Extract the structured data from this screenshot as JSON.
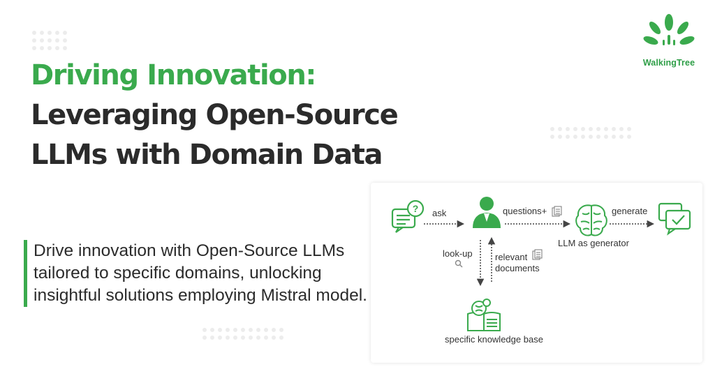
{
  "brand": {
    "name": "WalkingTree",
    "color": "#2e9e47"
  },
  "colors": {
    "accent": "#3aaa4d",
    "heading": "#2b2b2b"
  },
  "hero": {
    "title_line1": "Driving Innovation:",
    "title_line2": "Leveraging Open-Source",
    "title_line3": "LLMs with Domain Data",
    "description": "Drive innovation with Open-Source LLMs tailored to specific domains, unlocking insightful solutions employing Mistral model."
  },
  "diagram": {
    "nodes": {
      "questions": {
        "icon": "chat-question-icon"
      },
      "user": {
        "icon": "user-icon"
      },
      "llm": {
        "icon": "brain-icon",
        "label": "LLM as generator"
      },
      "answer": {
        "icon": "chat-check-icon"
      },
      "knowledge_base": {
        "icon": "book-brain-icon",
        "label": "specific knowledge base"
      }
    },
    "edges": {
      "ask": "ask",
      "questions": "questions+",
      "generate": "generate",
      "lookup": "look-up",
      "relevant_line1": "relevant",
      "relevant_line2": "documents"
    }
  }
}
